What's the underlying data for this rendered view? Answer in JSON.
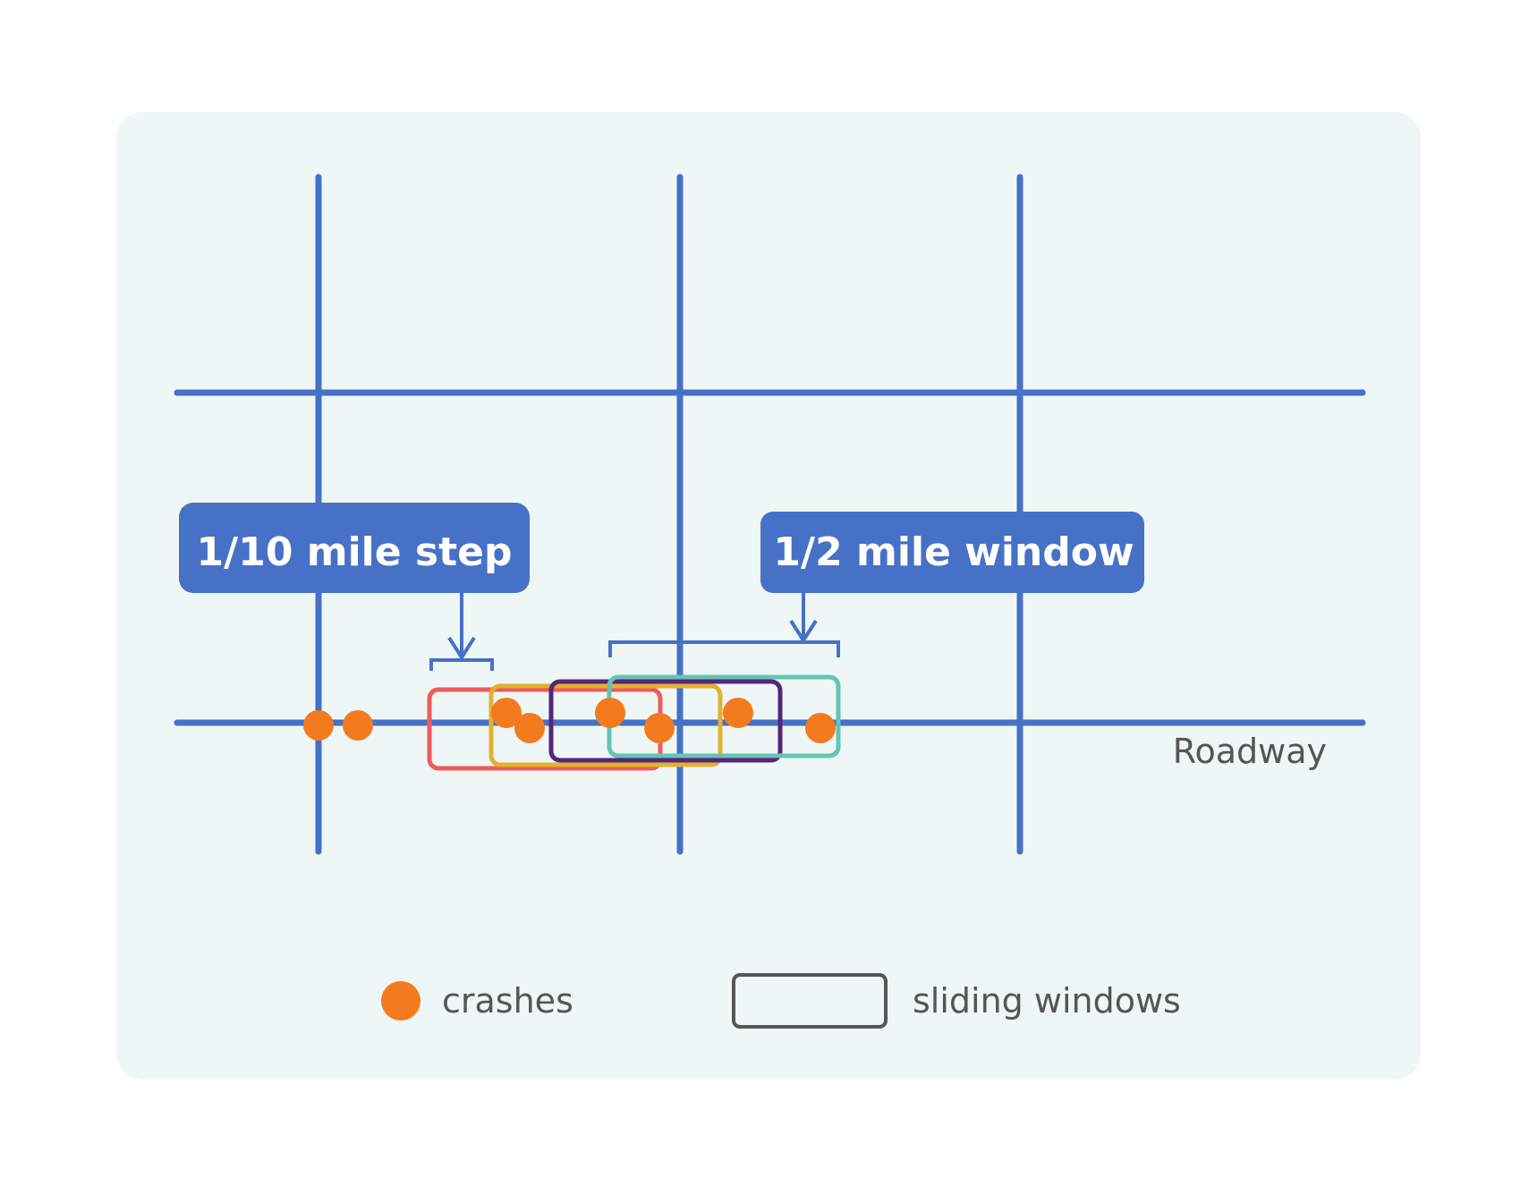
{
  "colors": {
    "panel_background": "#eef7f5",
    "road": "#4671c6",
    "callout_background": "#4671c6",
    "callout_text": "#ffffff",
    "crash": "#f47a20",
    "muted_text": "#555555",
    "window_colors": [
      "#ef5b5b",
      "#e2b12e",
      "#57257a",
      "#64c4b5"
    ],
    "legend_window_border": "#555555"
  },
  "callouts": {
    "step_label": "1/10 mile step",
    "window_label": "1/2 mile window"
  },
  "road_label": "Roadway",
  "legend": {
    "crashes_label": "crashes",
    "windows_label": "sliding windows",
    "crash_icon": "circle",
    "window_icon": "rounded-rectangle"
  }
}
